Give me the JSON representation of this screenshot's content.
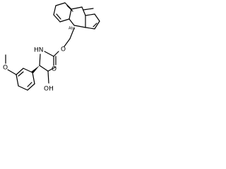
{
  "labels": {
    "fluorene_ch": "Abs",
    "ether_o": "O",
    "carbonyl_o": "O",
    "nh": "HN",
    "acid_o": "O",
    "acid_oh": "OH",
    "methoxy_o": "O"
  }
}
